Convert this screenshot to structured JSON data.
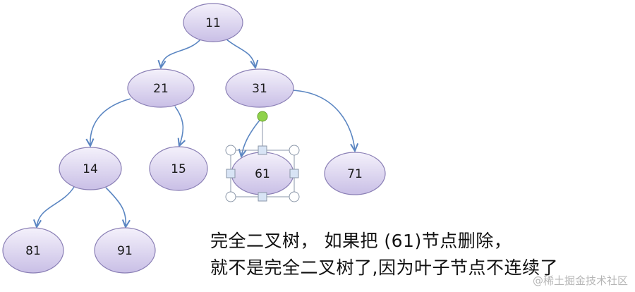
{
  "nodes": [
    {
      "id": "n11",
      "label": "11"
    },
    {
      "id": "n21",
      "label": "21"
    },
    {
      "id": "n31",
      "label": "31"
    },
    {
      "id": "n14",
      "label": "14"
    },
    {
      "id": "n15",
      "label": "15"
    },
    {
      "id": "n61",
      "label": "61",
      "selected": true
    },
    {
      "id": "n71",
      "label": "71"
    },
    {
      "id": "n81",
      "label": "81"
    },
    {
      "id": "n91",
      "label": "91"
    }
  ],
  "edges": [
    [
      "n11",
      "n21"
    ],
    [
      "n11",
      "n31"
    ],
    [
      "n21",
      "n14"
    ],
    [
      "n21",
      "n15"
    ],
    [
      "n31",
      "n61"
    ],
    [
      "n31",
      "n71"
    ],
    [
      "n14",
      "n81"
    ],
    [
      "n14",
      "n91"
    ]
  ],
  "caption": {
    "line1": "完全二叉树， 如果把 (61)节点删除，",
    "line2": "就不是完全二叉树了,因为叶子节点不连续了"
  },
  "watermark": "@稀土掘金技术社区",
  "colors": {
    "node_fill_top": "#f4f1fb",
    "node_fill_bottom": "#c9bfe6",
    "node_stroke": "#8a7fb5",
    "edge": "#5b86c2",
    "handle_fill": "#ffffff",
    "handle_square_fill": "#d8e4f5",
    "handle_stroke": "#8a96a8",
    "rotate_handle": "#8fd24a"
  }
}
